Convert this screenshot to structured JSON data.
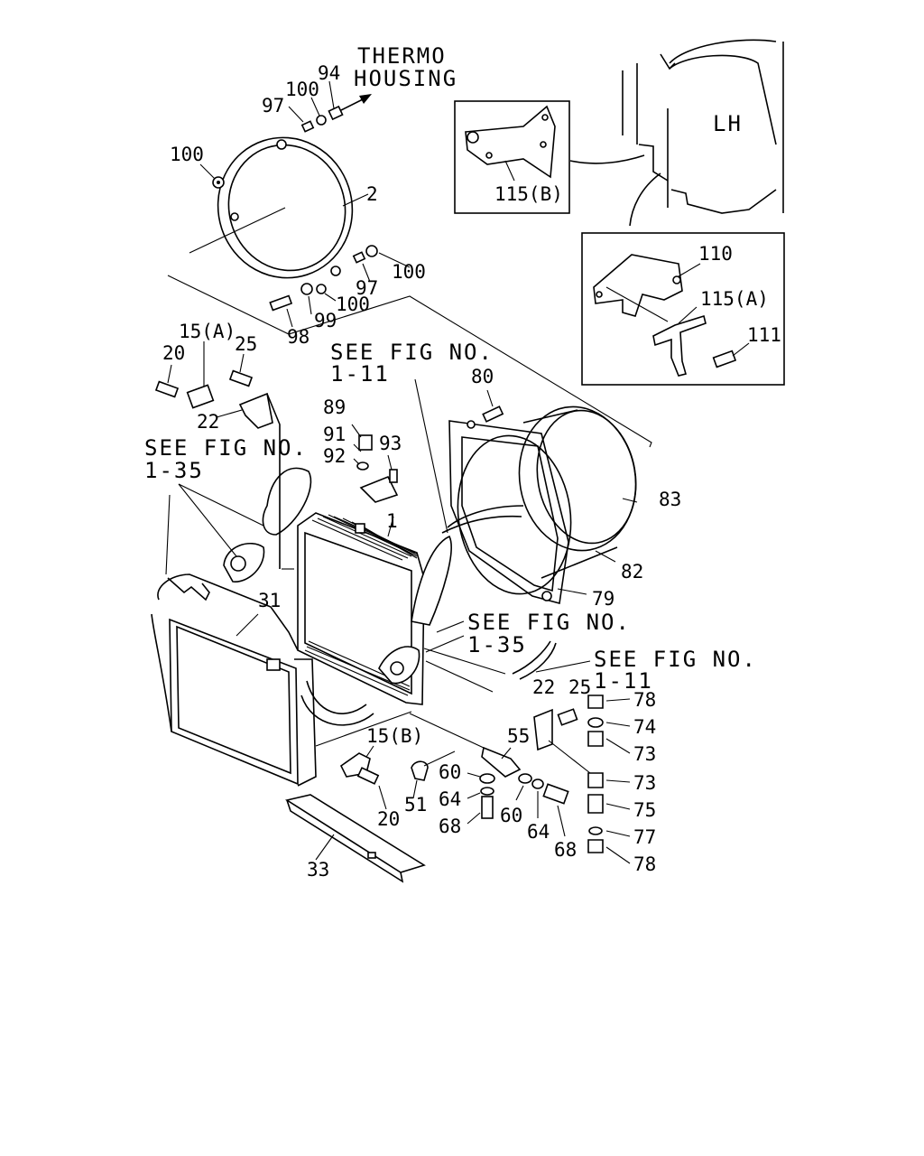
{
  "texts": {
    "thermo_line1": "THERMO",
    "thermo_line2": "HOUSING",
    "lh": "LH",
    "see_1_11_a_line1": "SEE FIG NO.",
    "see_1_11_a_line2": "1-11",
    "see_1_35_a_line1": "SEE FIG NO.",
    "see_1_35_a_line2": "1-35",
    "see_1_35_b_line1": "SEE FIG NO.",
    "see_1_35_b_line2": "1-35",
    "see_1_11_b_line1": "SEE FIG NO.",
    "see_1_11_b_line2": "1-11"
  },
  "callouts": {
    "c94": "94",
    "c100a": "100",
    "c97a": "97",
    "c100b": "100",
    "c2": "2",
    "c100c": "100",
    "c97b": "97",
    "c100d": "100",
    "c99": "99",
    "c98": "98",
    "c115b_top": "115(B)",
    "c110": "110",
    "c115a_top": "115(A)",
    "c111": "111",
    "c15a": "15(A)",
    "c20a": "20",
    "c25a": "25",
    "c22a": "22",
    "c80": "80",
    "c89": "89",
    "c91": "91",
    "c92": "92",
    "c93": "93",
    "c1": "1",
    "c83": "83",
    "c82": "82",
    "c79": "79",
    "c31": "31",
    "c22b": "22",
    "c25b": "25",
    "c78a": "78",
    "c74": "74",
    "c73a": "73",
    "c55": "55",
    "c15b": "15(B)",
    "c60a": "60",
    "c64a": "64",
    "c68a": "68",
    "c60b": "60",
    "c64b": "64",
    "c68b": "68",
    "c73b": "73",
    "c75": "75",
    "c77": "77",
    "c78b": "78",
    "c51": "51",
    "c20b": "20",
    "c33": "33"
  }
}
